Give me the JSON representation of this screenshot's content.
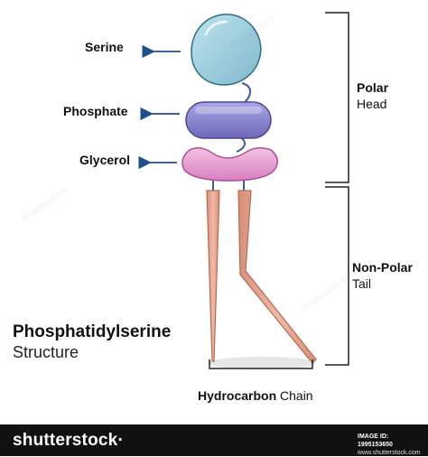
{
  "labels": {
    "serine": "Serine",
    "phosphate": "Phosphate",
    "glycerol": "Glycerol"
  },
  "polar": {
    "bold": "Polar",
    "normal": "Head"
  },
  "nonpolar": {
    "bold": "Non-Polar",
    "normal": "Tail"
  },
  "title": {
    "line1": "Phosphatidylserine",
    "line2": "Structure"
  },
  "hydrocarbon": {
    "bold": "Hydrocarbon",
    "normal": " Chain"
  },
  "footer": {
    "brand": "shutterstock",
    "brand_suffix": "·",
    "image_id": "IMAGE ID: 1995153650",
    "site": "www.shutterstock.com"
  },
  "colors": {
    "serine": "#8fc8d8",
    "phosphate": "#8b87d0",
    "glycerol": "#e79ad0",
    "tail": "#e3a18c",
    "arrow": "#1f4f8e"
  }
}
